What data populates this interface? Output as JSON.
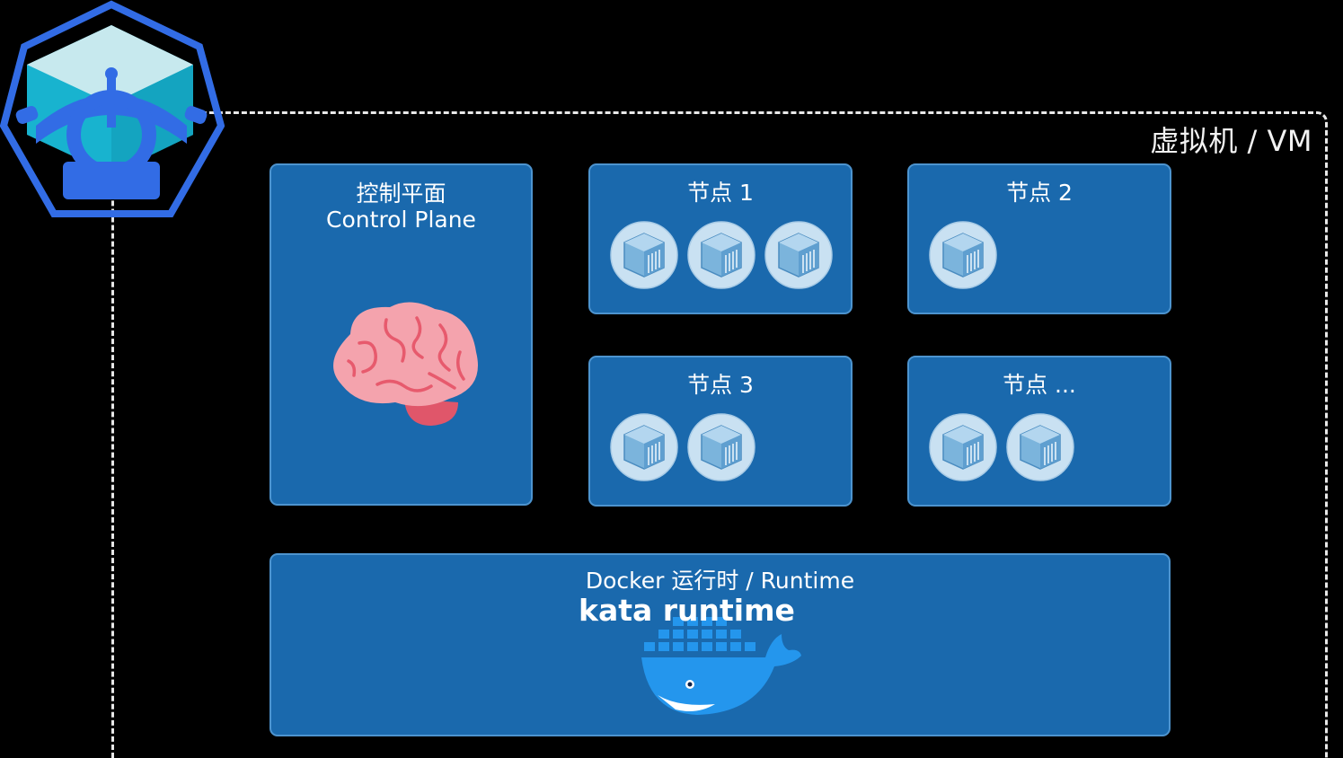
{
  "vm": {
    "label": "虚拟机 / VM"
  },
  "control_plane": {
    "title_cn": "控制平面",
    "title_en": "Control Plane",
    "icon": "brain-icon"
  },
  "nodes": [
    {
      "title": "节点 1",
      "pods": 3
    },
    {
      "title": "节点 2",
      "pods": 1
    },
    {
      "title": "节点 3",
      "pods": 2
    },
    {
      "title": "节点 ...",
      "pods": 2
    }
  ],
  "runtime": {
    "title": "Docker 运行时 / Runtime",
    "subtitle": "kata runtime",
    "icon": "docker-whale-icon"
  },
  "logo": {
    "icon": "kubernetes-helm-icon"
  },
  "colors": {
    "box": "#1a69ad",
    "box_border": "#4d94cf",
    "pod_bg": "#c9e1f2",
    "logo_blue": "#326ce5"
  }
}
